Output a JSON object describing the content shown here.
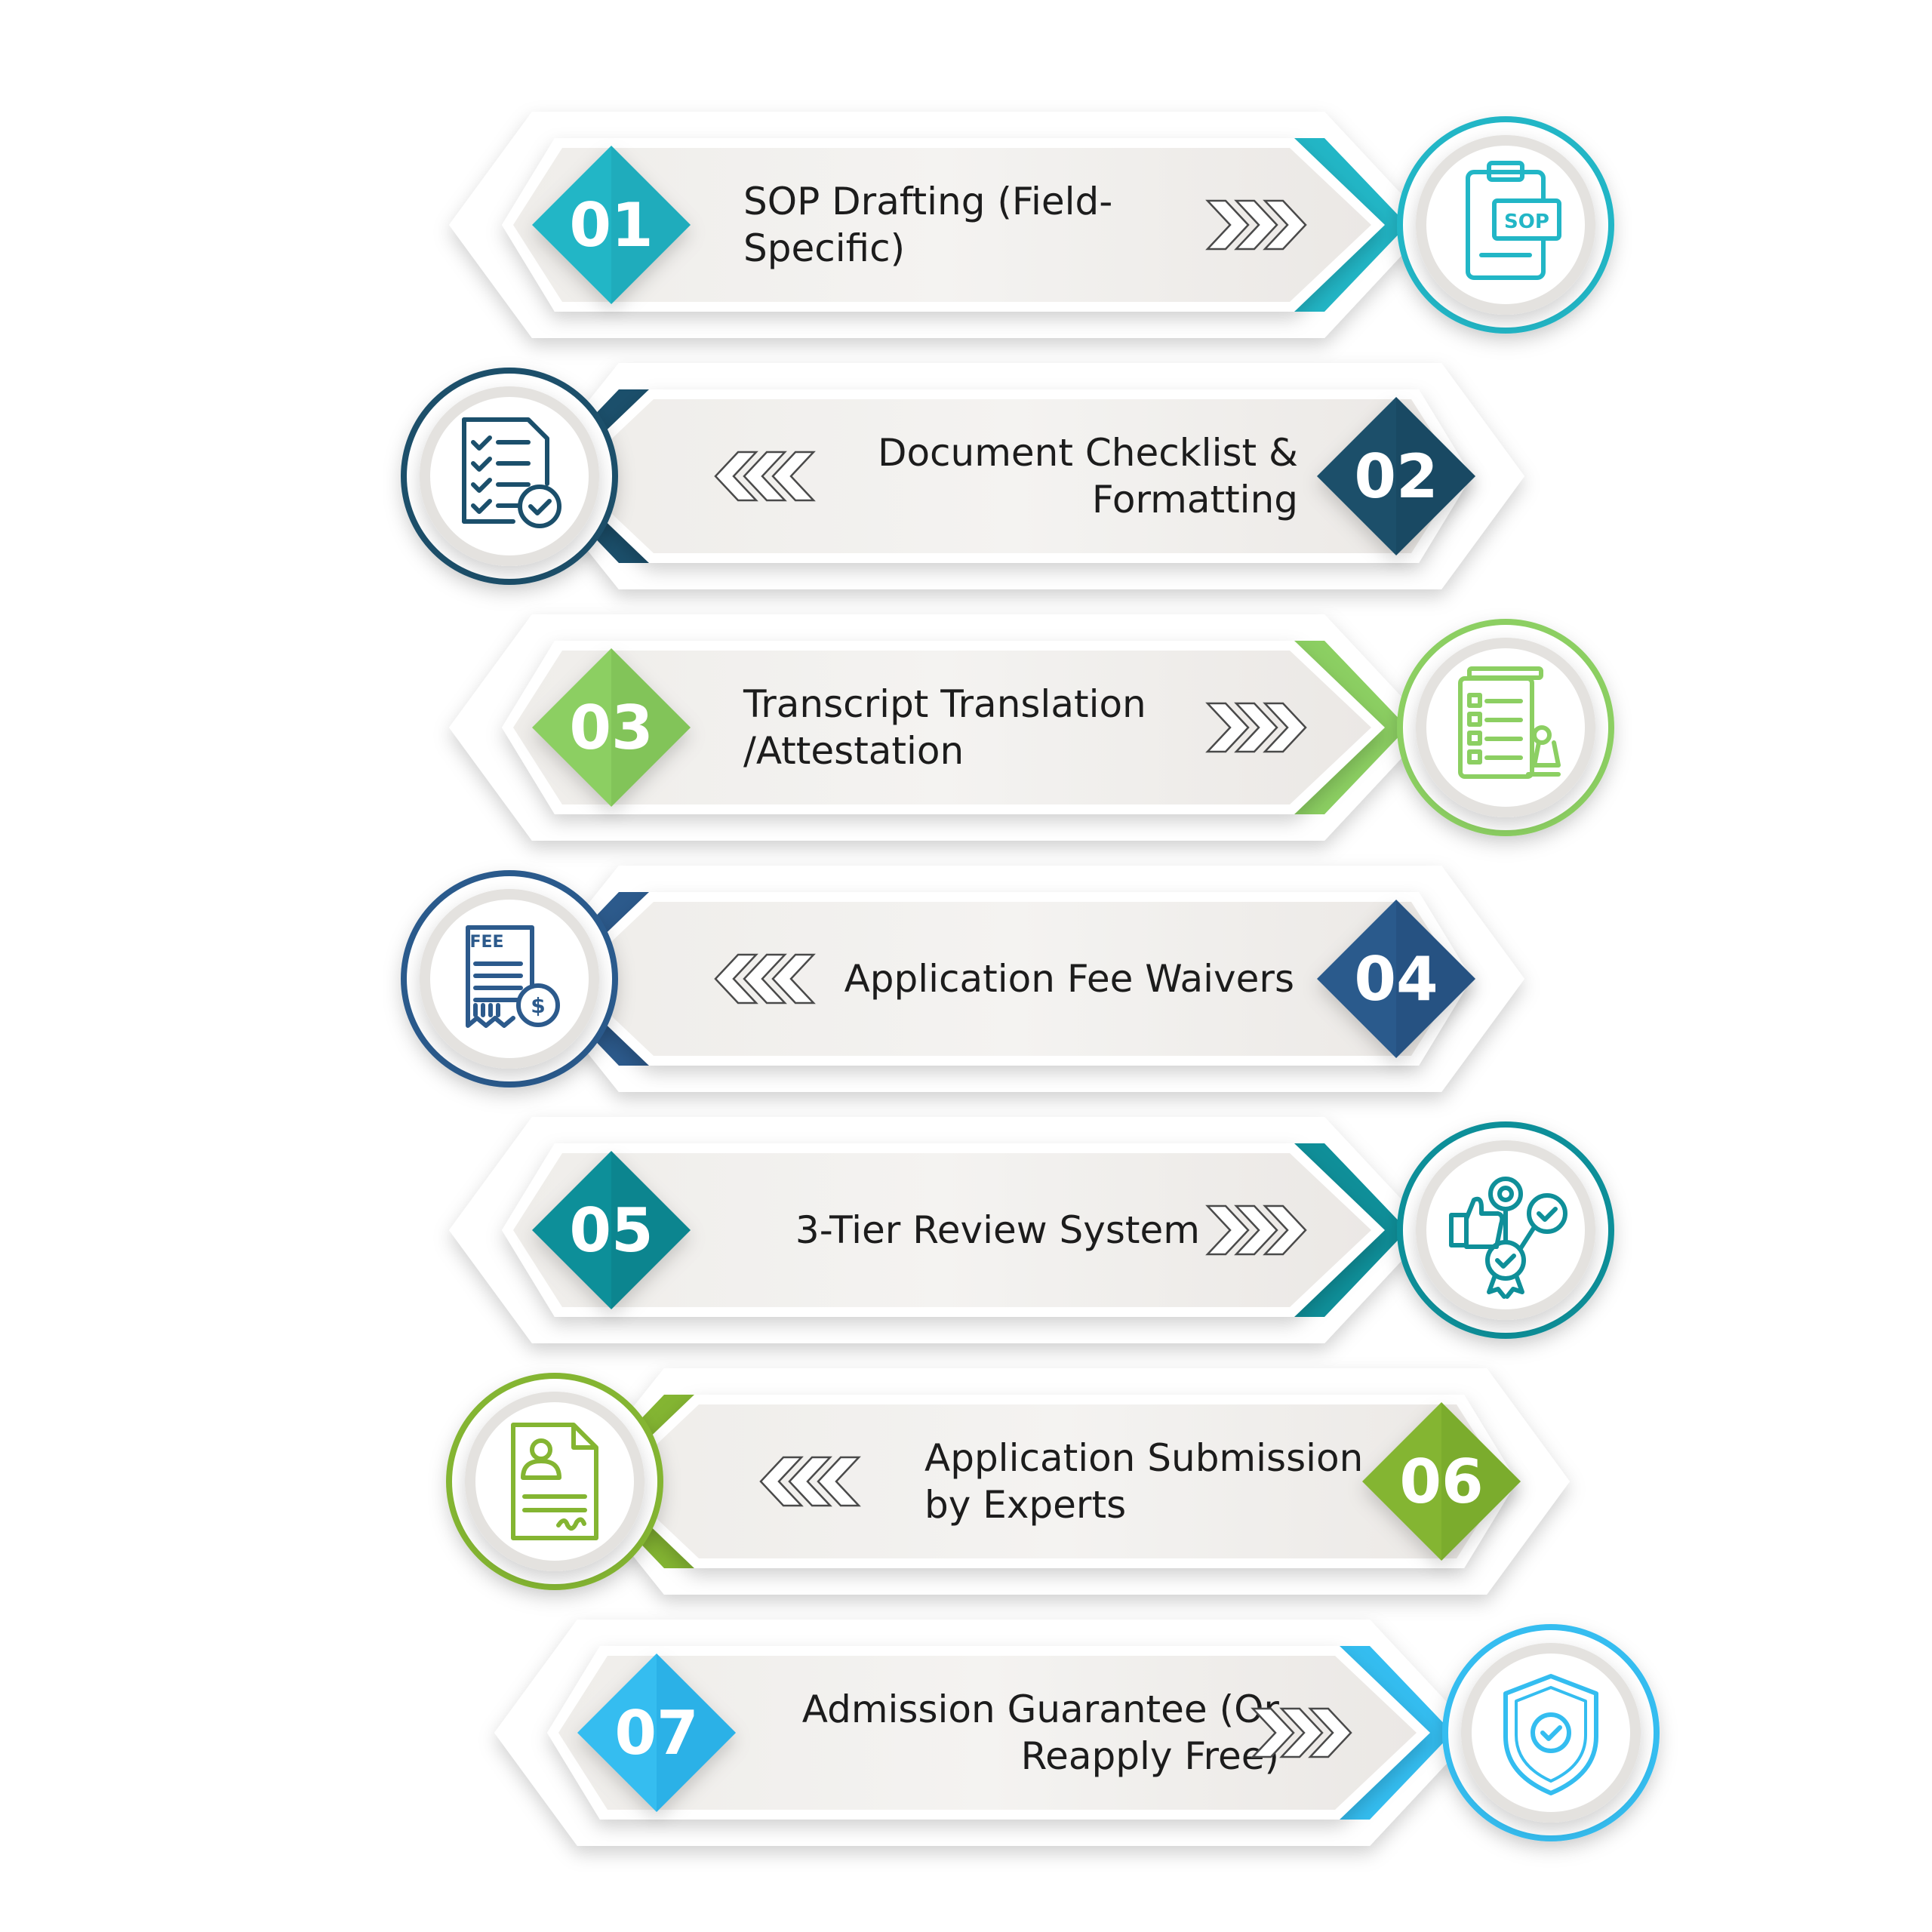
{
  "steps": [
    {
      "number": "01",
      "lines": [
        "SOP Drafting (Field-",
        "Specific)"
      ],
      "direction": "right",
      "accent": "#22b6c6",
      "accent_dark": "#1a9aa8",
      "icon": "sop-document-icon",
      "icon_text": "SOP"
    },
    {
      "number": "02",
      "lines": [
        "Document Checklist &",
        "Formatting"
      ],
      "direction": "left",
      "accent": "#1b4f6b",
      "accent_dark": "#153f57",
      "icon": "document-checklist-icon",
      "icon_text": ""
    },
    {
      "number": "03",
      "lines": [
        "Transcript Translation",
        "/Attestation"
      ],
      "direction": "right",
      "accent": "#8ccf62",
      "accent_dark": "#6fb04a",
      "icon": "stamped-document-icon",
      "icon_text": ""
    },
    {
      "number": "04",
      "lines": [
        "Application Fee Waivers"
      ],
      "direction": "left",
      "accent": "#2c5a8c",
      "accent_dark": "#1f4670",
      "icon": "fee-receipt-icon",
      "icon_text": "FEE"
    },
    {
      "number": "05",
      "lines": [
        "3-Tier Review System"
      ],
      "direction": "right",
      "accent": "#0f8f99",
      "accent_dark": "#0b747d",
      "icon": "review-system-icon",
      "icon_text": ""
    },
    {
      "number": "06",
      "lines": [
        "Application Submission",
        "by Experts"
      ],
      "direction": "left",
      "accent": "#84b532",
      "accent_dark": "#6a9a24",
      "icon": "certificate-icon",
      "icon_text": ""
    },
    {
      "number": "07",
      "lines": [
        "Admission Guarantee (Or",
        "Reapply Free)"
      ],
      "direction": "right",
      "accent": "#34bdf0",
      "accent_dark": "#1b9ad6",
      "icon": "shield-check-icon",
      "icon_text": ""
    }
  ]
}
